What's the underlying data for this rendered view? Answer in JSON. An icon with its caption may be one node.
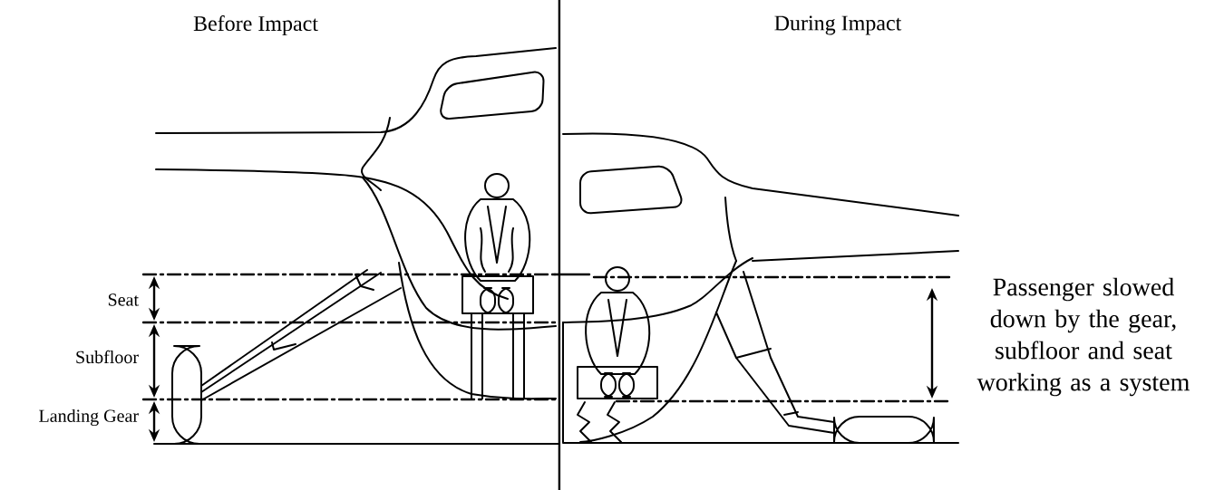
{
  "diagram": {
    "labels": [
      "Before Impact",
      "During Impact",
      "Seat",
      "Subfloor",
      "Landing Gear",
      "Passenger slowed down by the gear, subfloor and seat working as a system"
    ]
  }
}
